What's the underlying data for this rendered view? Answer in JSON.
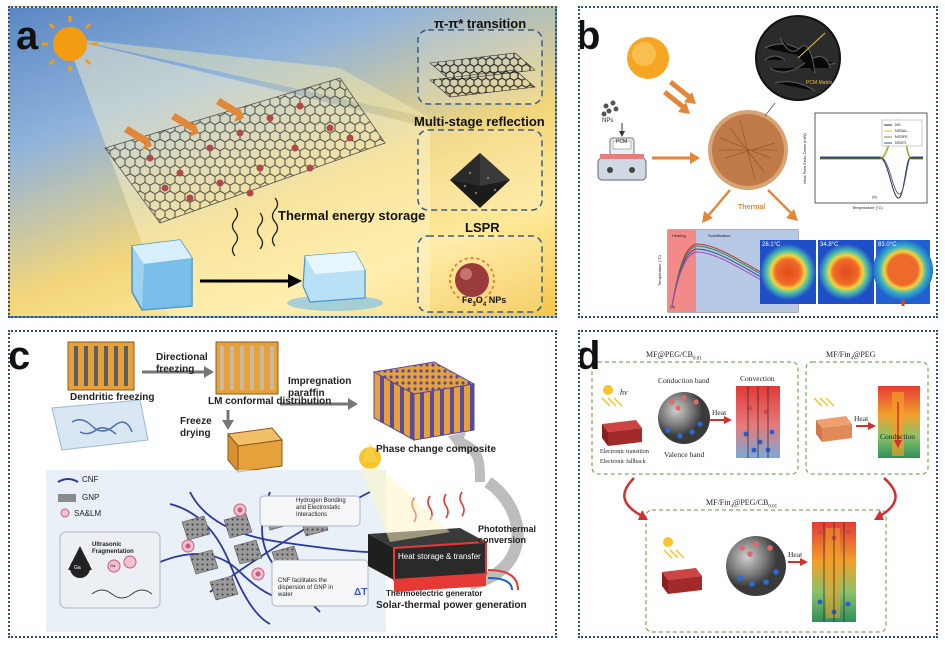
{
  "panel_a": {
    "label": "a",
    "title_transition": "π-π* transition",
    "title_reflection": "Multi-stage reflection",
    "title_lspr": "LSPR",
    "nps_label": "Fe",
    "nps_sub": "3",
    "nps_o": "O",
    "nps_sub2": "4",
    "nps_suffix": " NPs",
    "storage": "Thermal energy storage"
  },
  "panel_b": {
    "label": "b",
    "nps": "NPs",
    "pcm": "PCM",
    "thermal": "Thermal",
    "sem_label": "PCM Matrix",
    "dsc_legend": [
      "NS",
      "NS5AL",
      "NS5FE",
      "NS5TI"
    ],
    "dsc_xlabel": "Temperature (°C)",
    "dsc_ylabel": "Heat Flow Endo Down (mW)",
    "dsc_tag": "(a)",
    "curve_heating": "Heating",
    "curve_solid": "Solidification",
    "curve_ylabel": "Temperature (°C)",
    "curve_tag": "(a)",
    "ir_temps": [
      "28.1°C",
      "34.8°C",
      "83.0°C"
    ]
  },
  "panel_c": {
    "label": "c",
    "dendritic": "Dendritic freezing",
    "directional": "Directional\nfreezing",
    "lm_dist": "LM conformal distribution",
    "freeze_drying": "Freeze\ndrying",
    "impregnation": "Impregnation\nparaffin",
    "pcc": "Phase change composite",
    "cnf": "CNF",
    "gnp": "GNP",
    "salm": "SA&LM",
    "hbond": "Hydrogen Bonding\nand Electrostatic\nInteractions",
    "ultrasonic": "Ultrasonic\nFragmentation",
    "ga": "Ga",
    "ga_ion": "Ga",
    "cnf_fac": "CNF facilitates the\ndispersion of GNP in\nwater",
    "heat_storage": "Heat storage & transfer",
    "teg": "Thermoelectric generator",
    "photothermal": "Photothermal\nconversion",
    "delta_t": "ΔT",
    "solar_power": "Solar-thermal power generation"
  },
  "panel_d": {
    "label": "d",
    "box1_title": "MF@PEG/CB",
    "box1_sub": "0.01",
    "box2_title": "MF/Fin",
    "box2_sub": "4",
    "box2_suffix": "@PEG",
    "box3_title": "MF/Fin",
    "box3_sub": "4",
    "box3_mid": "@PEG/CB",
    "box3_sub2": "0.01",
    "hv": "hv",
    "conduction_band": "Conduction band",
    "valence_band": "Valence band",
    "convection": "Convection",
    "heat": "Heat",
    "heat2": "Heat",
    "heat3": "Heat",
    "conduction": "Conduction",
    "e_transition": "Electronic transition",
    "e_fallback": "Electronic fallback"
  },
  "colors": {
    "border": "#2f4f8a",
    "orange_arrow": "#e2873a",
    "graphene": "#444444",
    "np_red": "#b04a4a",
    "lm_orange": "#e6a13b",
    "lm_purple": "#5a4a9a",
    "heat_red": "#e53935"
  }
}
